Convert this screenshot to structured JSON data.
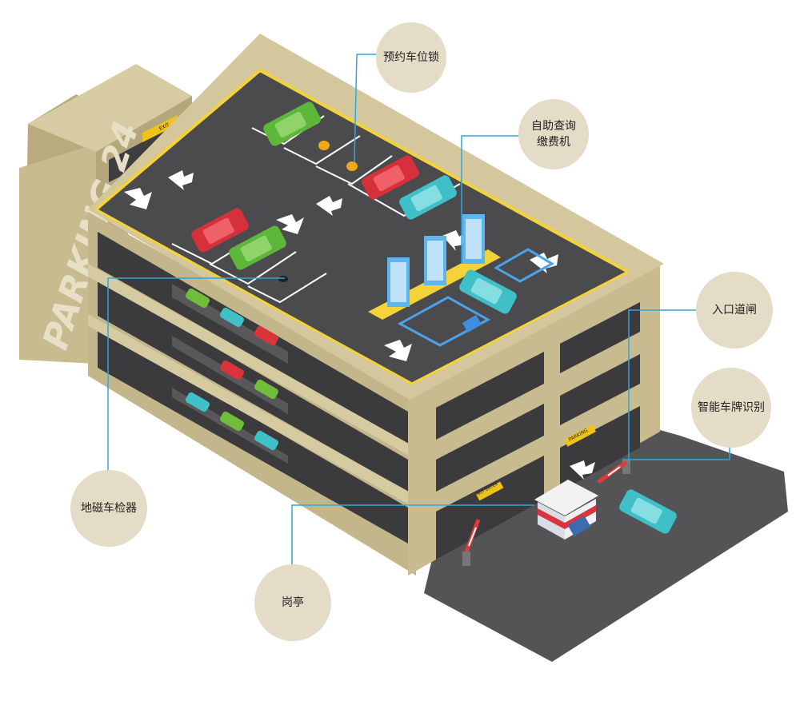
{
  "building": {
    "sign": "PARKING 24",
    "exit_sign": "EXIT",
    "parking_sign": "PARKING",
    "no_entry_sign": "NOT ENTER"
  },
  "labels": {
    "reservation_lock": "预约车位锁",
    "payment_kiosk_line1": "自助查询",
    "payment_kiosk_line2": "缴费机",
    "entrance_barrier": "入口道闸",
    "plate_recognition": "智能车牌识别",
    "geomagnetic_detector": "地磁车检器",
    "booth": "岗亭"
  },
  "colors": {
    "circle_fill": "#e4dcc6",
    "callout_line": "#2fa6dc",
    "building_beige": "#cfc195",
    "asphalt": "#4d4d4f",
    "edge_yellow": "#f3d23a"
  }
}
